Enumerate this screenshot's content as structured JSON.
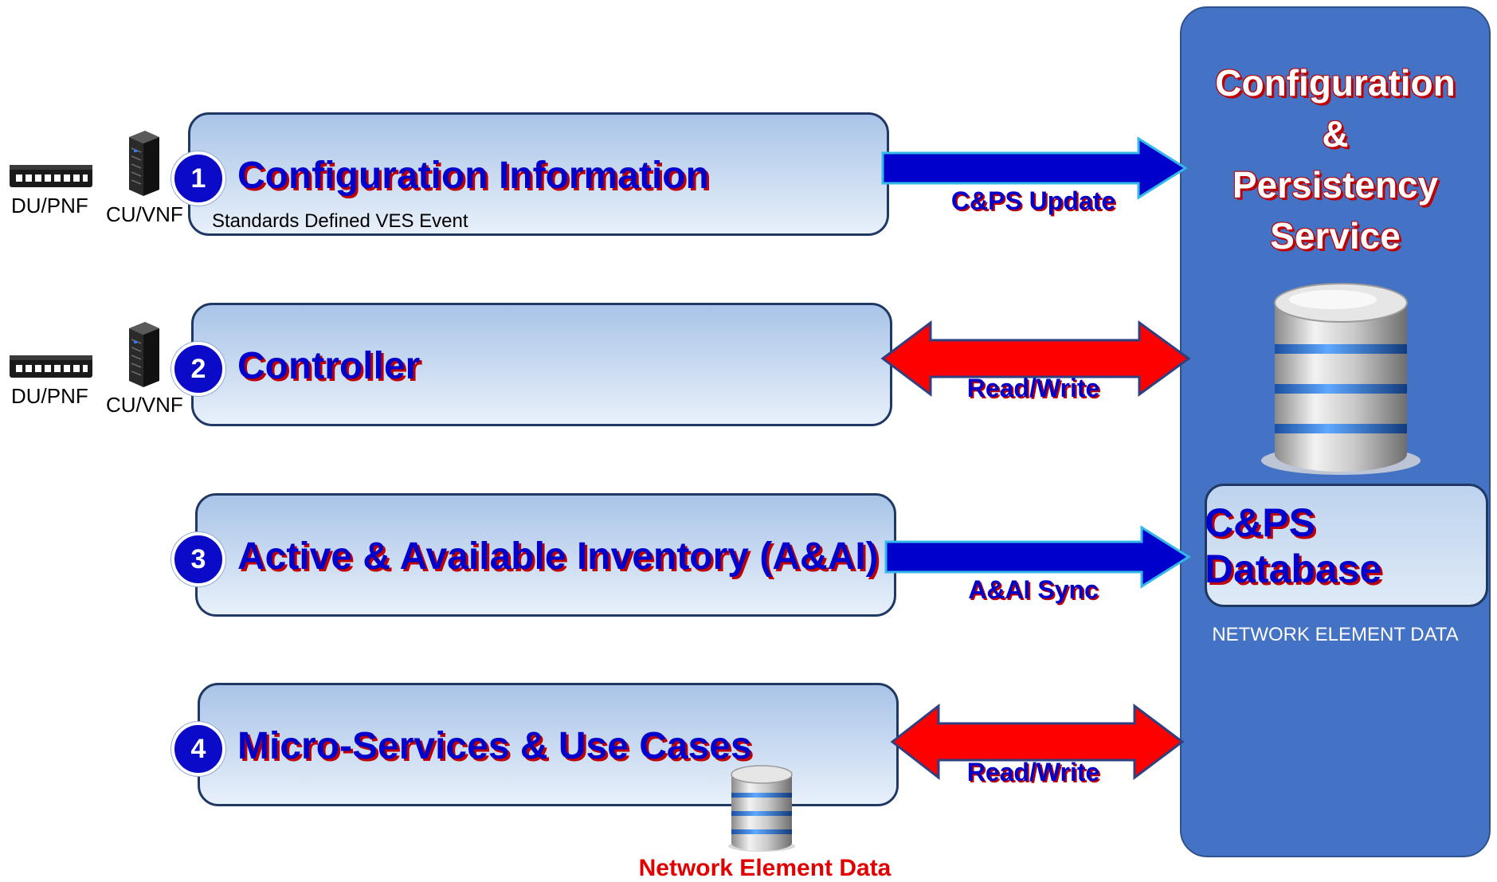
{
  "service": {
    "title_lines": [
      "Configuration",
      "&",
      "Persistency",
      "Service"
    ],
    "database_label": "C&PS Database",
    "database_caption": "NETWORK ELEMENT DATA"
  },
  "rows": [
    {
      "number": "1",
      "title": "Configuration Information",
      "subtitle": "Standards Defined VES Event",
      "devices": [
        "DU/PNF",
        "CU/VNF"
      ],
      "arrow": {
        "direction": "right",
        "color": "#0000cc",
        "label": "C&PS Update"
      }
    },
    {
      "number": "2",
      "title": "Controller",
      "devices": [
        "DU/PNF",
        "CU/VNF"
      ],
      "arrow": {
        "direction": "both",
        "color": "#ff0000",
        "label": "Read/Write"
      }
    },
    {
      "number": "3",
      "title": "Active & Available Inventory (A&AI)",
      "arrow": {
        "direction": "right",
        "color": "#0000cc",
        "label": "A&AI Sync"
      }
    },
    {
      "number": "4",
      "title": "Micro-Services & Use Cases",
      "arrow": {
        "direction": "both",
        "color": "#ff0000",
        "label": "Read/Write"
      },
      "footnote": "Network Element Data"
    }
  ],
  "icons": {
    "device_1": "network-switch-icon",
    "device_2": "server-tower-icon",
    "database": "database-icon"
  },
  "colors": {
    "panel": "#4472c4",
    "title_text": "#0000cc",
    "title_shadow": "#c00000",
    "number_badge": "#0a0ac8",
    "box_gradient_top": "#a9c4e8",
    "box_gradient_bottom": "#e8f0fa"
  }
}
